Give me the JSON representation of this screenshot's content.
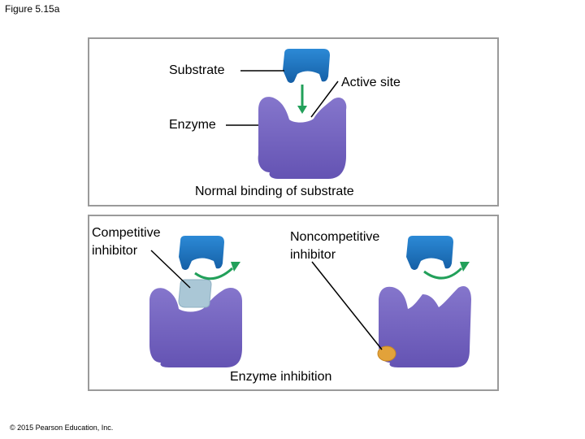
{
  "figure_label": "Figure 5.15a",
  "copyright": "© 2015 Pearson Education, Inc.",
  "top_panel": {
    "labels": {
      "substrate": "Substrate",
      "active_site": "Active site",
      "enzyme": "Enzyme"
    },
    "caption": "Normal binding of substrate"
  },
  "bottom_panel": {
    "labels": {
      "competitive_line1": "Competitive",
      "competitive_line2": "inhibitor",
      "noncompetitive_line1": "Noncompetitive",
      "noncompetitive_line2": "inhibitor"
    },
    "caption": "Enzyme inhibition"
  },
  "colors": {
    "enzyme": "#7262bd",
    "substrate": "#1f74bf",
    "competitive_inhibitor": "#aac7d6",
    "noncompetitive_inhibitor": "#e2a23a",
    "arrow": "#22a05a"
  }
}
